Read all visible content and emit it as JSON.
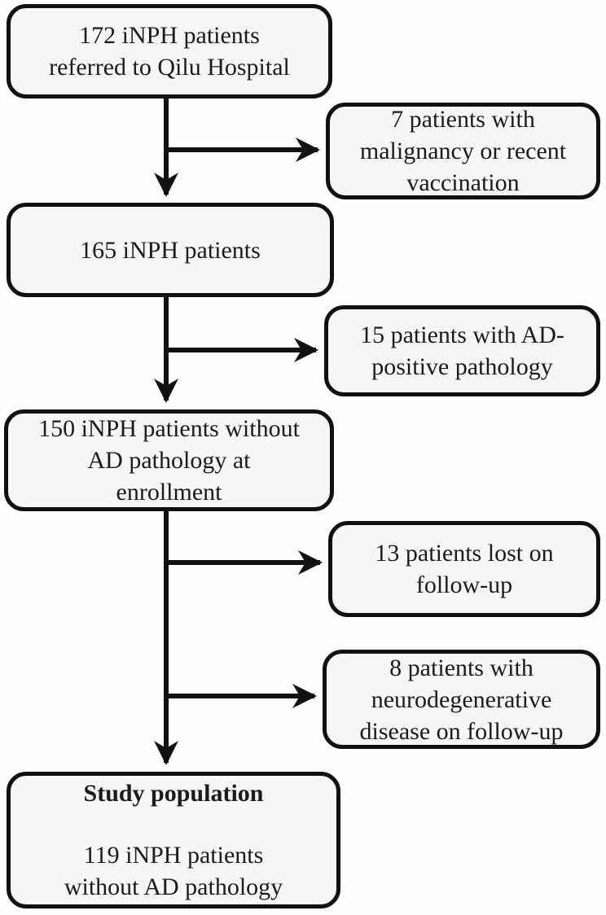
{
  "diagram": {
    "title": "iNPH study population flowchart",
    "colors": {
      "page_bg": "#fefefe",
      "box_fill": "#f6f6f6",
      "box_border": "#111111",
      "arrow": "#111111",
      "text": "#1b1b1b"
    },
    "nodes": {
      "referred": {
        "lines": [
          "172 iNPH patients",
          "referred to Qilu Hospital"
        ]
      },
      "after_exclusion_1": {
        "lines": [
          "165 iNPH patients"
        ]
      },
      "without_ad_enrollment": {
        "lines": [
          "150 iNPH patients without",
          "AD pathology at",
          "enrollment"
        ]
      },
      "study_population": {
        "heading": "Study population",
        "lines": [
          "119 iNPH patients",
          "without AD pathology"
        ]
      },
      "excluded_malignancy": {
        "lines": [
          "7 patients with",
          "malignancy or recent",
          "vaccination"
        ]
      },
      "excluded_ad_pathology": {
        "lines": [
          "15 patients with AD-",
          "positive pathology"
        ]
      },
      "excluded_lost_followup": {
        "lines": [
          "13 patients lost on",
          "follow-up"
        ]
      },
      "excluded_neurodegenerative": {
        "lines": [
          "8 patients with",
          "neurodegenerative",
          "disease on follow-up"
        ]
      }
    }
  }
}
